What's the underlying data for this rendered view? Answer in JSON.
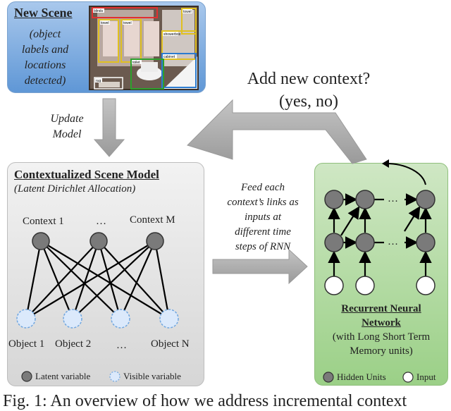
{
  "scene": {
    "title": "New Scene",
    "caption": [
      "(object",
      "labels and",
      "locations",
      "detected)"
    ],
    "photo_labels": [
      "blinds",
      "towel",
      "towel",
      "towel",
      "showerbox",
      "cabinet",
      "toilet",
      "rug"
    ]
  },
  "update": {
    "line1": "Update",
    "line2": "Model"
  },
  "question": {
    "line1": "Add new context?",
    "line2": "(yes, no)"
  },
  "model": {
    "title": "Contextualized Scene Model",
    "subtitle": "(Latent Dirichlet Allocation)",
    "contexts": [
      "Context 1",
      "…",
      "Context M"
    ],
    "objects": [
      "Object 1",
      "Object 2",
      "…",
      "Object N"
    ],
    "legend": {
      "latent": "Latent variable",
      "visible": "Visible variable"
    }
  },
  "feed": {
    "lines": [
      "Feed each",
      "context’s links as",
      "inputs at",
      "different time",
      "steps of RNN"
    ]
  },
  "rnn": {
    "dots_top": "…",
    "dots_mid": "…",
    "title1": "Recurrent Neural",
    "title2": "Network",
    "sub1": "(with Long Short Term",
    "sub2": "Memory units)",
    "legend": {
      "hidden": "Hidden Units",
      "input": "Input"
    }
  },
  "figure_caption": "Fig. 1: An overview of how we address incremental context",
  "colors": {
    "scene_panel": "#5f97d6",
    "model_panel": "#d6d6d6",
    "rnn_panel": "#9bd087",
    "arrow": "#a9a9a9",
    "latent_node": "#7a7a7a",
    "visible_node": "#dbe9fb"
  }
}
